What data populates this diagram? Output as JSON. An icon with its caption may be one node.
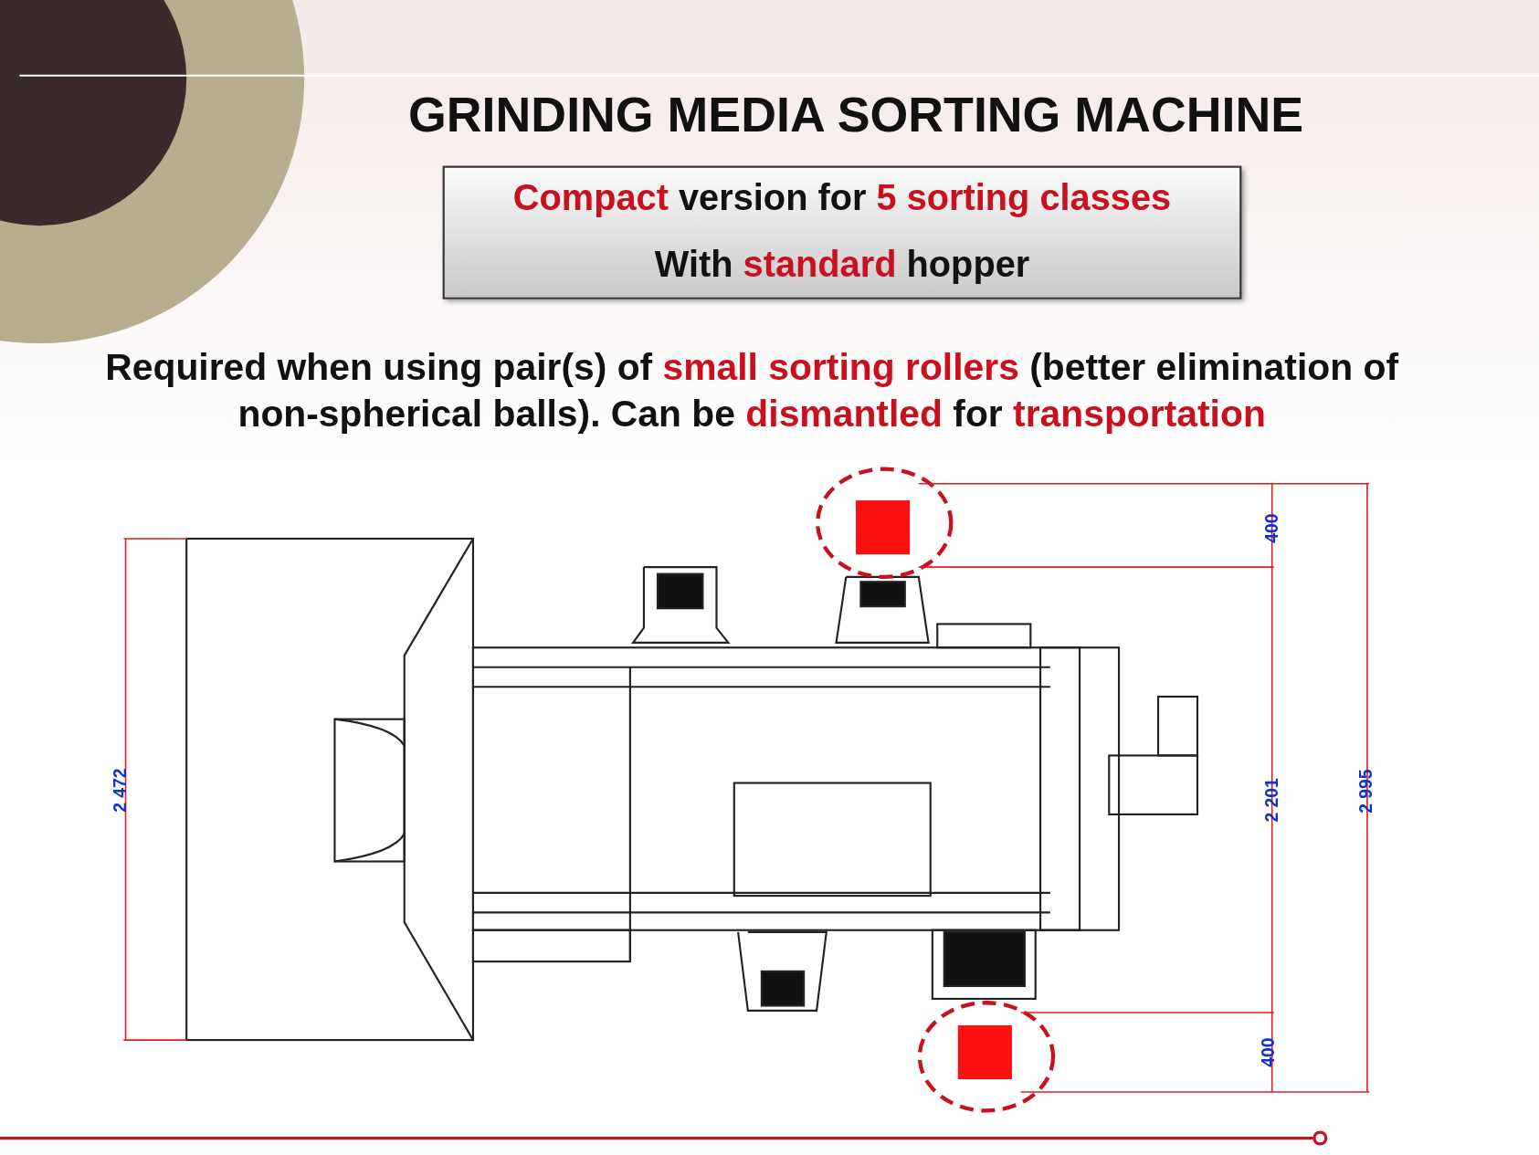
{
  "diagram": {
    "title": "GRINDING MEDIA SORTING MACHINE",
    "nodes": [
      {
        "text": [
          "**Compact** version for **5 sorting classes**",
          "With **standard** hopper"
        ]
      }
    ],
    "labels": [
      "Required when using pair(s) of **small sorting rollers** (better elimination of non-spherical balls). Can be **dismantled** for **transportation**",
      "2 472",
      "400",
      "2 201",
      "400",
      "2 995"
    ]
  }
}
